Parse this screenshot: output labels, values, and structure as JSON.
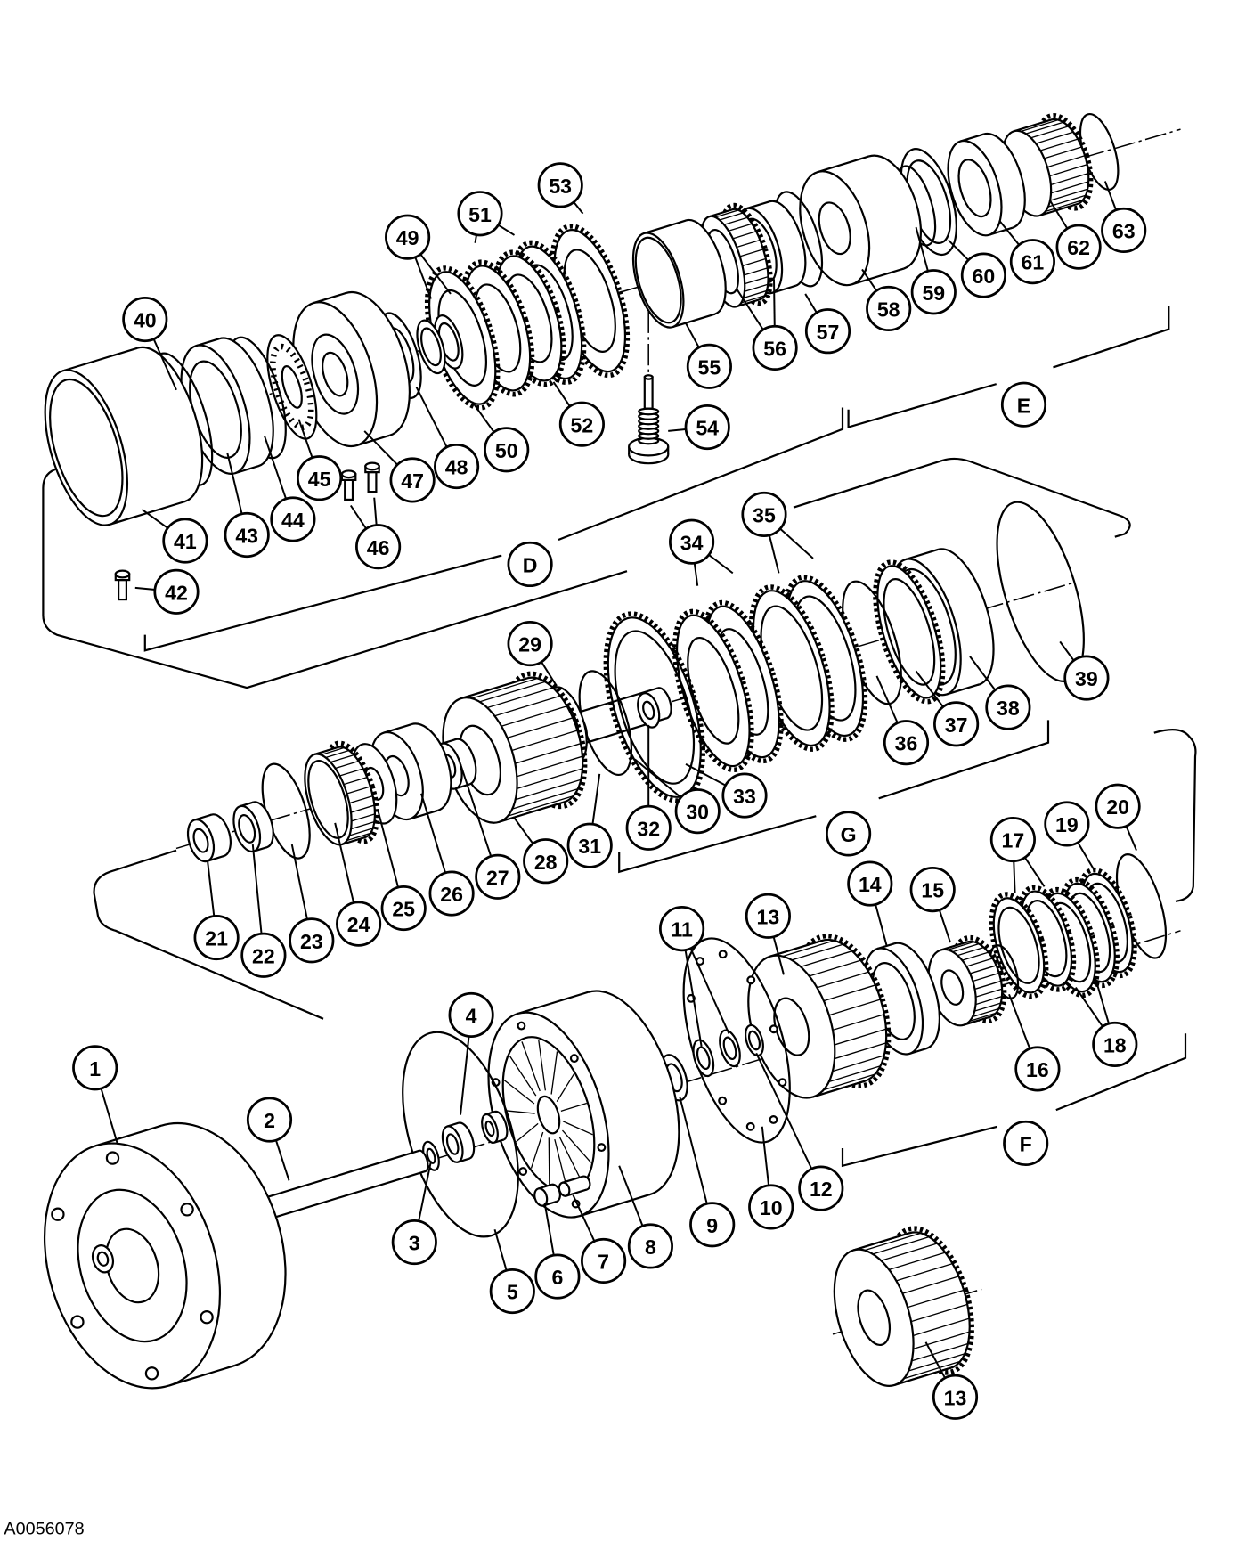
{
  "figure_id": "A0056078",
  "callouts": [
    "1",
    "2",
    "3",
    "4",
    "5",
    "6",
    "7",
    "8",
    "9",
    "10",
    "11",
    "12",
    "13",
    "13",
    "14",
    "15",
    "16",
    "17",
    "18",
    "19",
    "20",
    "21",
    "22",
    "23",
    "24",
    "25",
    "26",
    "27",
    "28",
    "29",
    "30",
    "31",
    "32",
    "33",
    "34",
    "35",
    "36",
    "37",
    "38",
    "39",
    "40",
    "41",
    "42",
    "43",
    "44",
    "45",
    "46",
    "47",
    "48",
    "49",
    "50",
    "51",
    "52",
    "53",
    "54",
    "55",
    "56",
    "57",
    "58",
    "59",
    "60",
    "61",
    "62",
    "63"
  ],
  "groups": [
    "D",
    "E",
    "F",
    "G"
  ]
}
